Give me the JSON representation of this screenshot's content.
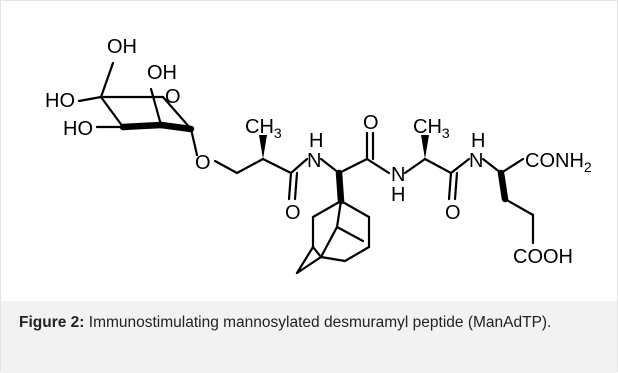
{
  "diagram": {
    "labels": {
      "oh_top": "OH",
      "oh_ring": "OH",
      "ho_upper": "HO",
      "ho_lower": "HO",
      "o_ring": "O",
      "o_ether": "O",
      "ch3_first": "CH3",
      "h_first": "H",
      "n_first": "N",
      "o_carbonyl_down": "O",
      "o_carbonyl_up": "O",
      "n_second": "N",
      "h_second": "H",
      "ch3_second": "CH3",
      "o_carbonyl_down_2": "O",
      "h_third": "H",
      "n_third": "N",
      "conh2": "CONH2",
      "cooh": "COOH"
    }
  },
  "caption": {
    "label": "Figure 2:",
    "text": " Immunostimulating mannosylated desmuramyl peptide (ManAdTP)."
  }
}
